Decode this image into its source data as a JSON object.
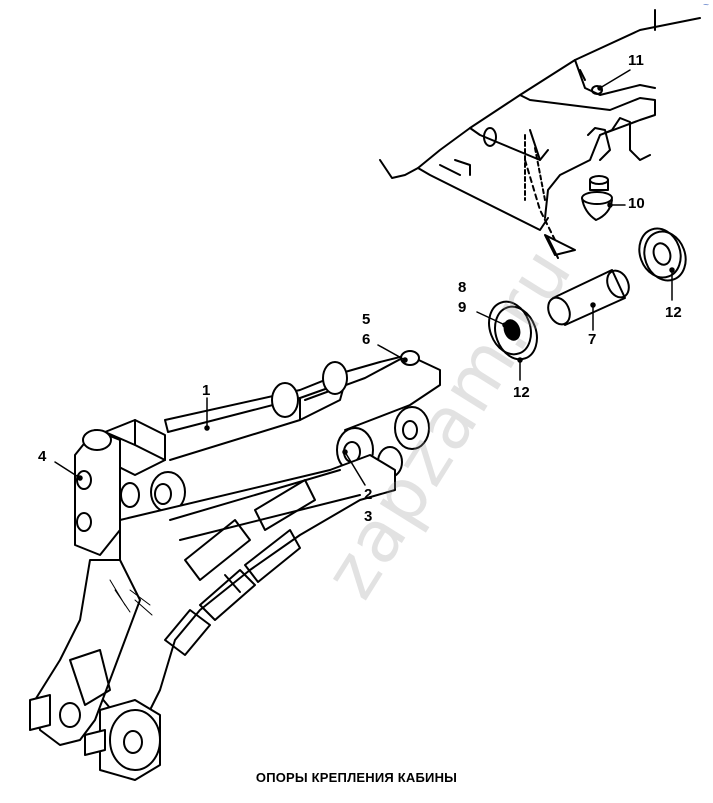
{
  "caption": "ОПОРЫ КРЕПЛЕНИЯ КАБИНЫ",
  "watermark": "zapzam.ru",
  "corner_mark": "~",
  "callouts": {
    "c1": "1",
    "c2": "2",
    "c3": "3",
    "c4": "4",
    "c5": "5",
    "c6": "6",
    "c7": "7",
    "c8": "8",
    "c9": "9",
    "c10": "10",
    "c11": "11",
    "c12a": "12",
    "c12b": "12"
  },
  "colors": {
    "ink": "#000000",
    "watermark": "#969696",
    "background": "#ffffff"
  }
}
